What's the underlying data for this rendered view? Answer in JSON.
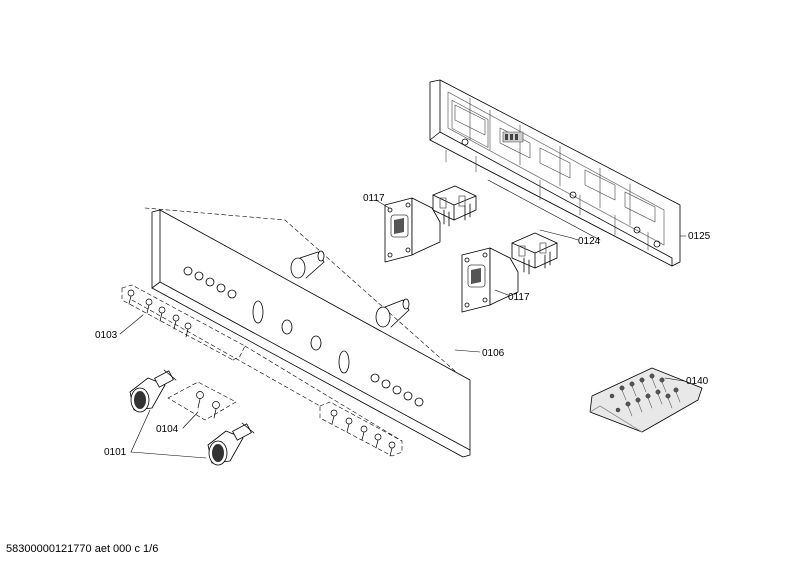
{
  "labels": {
    "p0117a": "0117",
    "p0117b": "0117",
    "p0124": "0124",
    "p0125": "0125",
    "p0106": "0106",
    "p0103": "0103",
    "p0104": "0104",
    "p0101": "0101",
    "p0140": "0140"
  },
  "footer": "58300000121770 aet 000 c 1/6",
  "colors": {
    "line": "#000000",
    "fill": "#ffffff",
    "shade": "#bdbdbd",
    "dark": "#555555"
  }
}
